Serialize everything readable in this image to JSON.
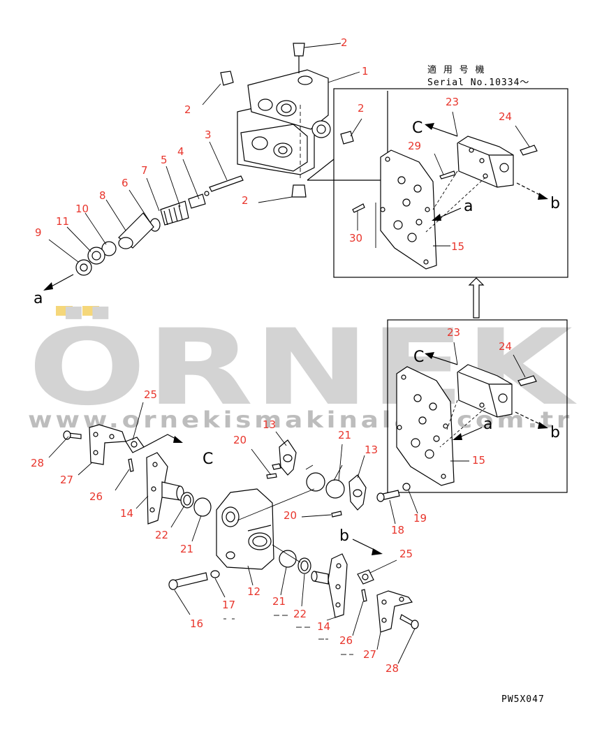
{
  "inset": {
    "applicable_label": "適 用 号 機",
    "serial_label": "Serial No.10334～"
  },
  "diagram_code": "PW5X047",
  "watermark": {
    "brand": "ÖRNEK",
    "url": "www.ornekismakinalari.com.tr"
  },
  "view_letters": {
    "a": "a",
    "b": "b",
    "c": "C"
  },
  "part_numbers": [
    "1",
    "2",
    "3",
    "4",
    "5",
    "6",
    "7",
    "8",
    "9",
    "10",
    "11",
    "12",
    "13",
    "14",
    "15",
    "16",
    "17",
    "18",
    "19",
    "20",
    "21",
    "22",
    "23",
    "24",
    "25",
    "26",
    "27",
    "28",
    "29",
    "30"
  ],
  "colors": {
    "callout": "#e8352c",
    "line": "#000000",
    "watermark": "#d3d3d3",
    "watermark_accent": "#f5d77a"
  }
}
